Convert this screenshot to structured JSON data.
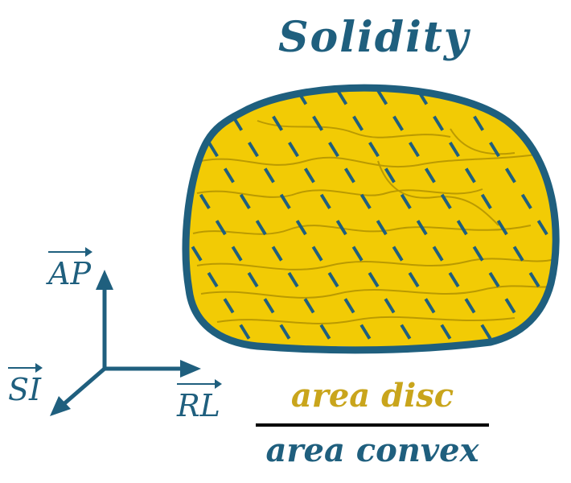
{
  "title": "Solidity",
  "axes": {
    "ap": "AP",
    "si": "SI",
    "rl": "RL"
  },
  "formula": {
    "numerator": "area disc",
    "denominator": "area convex"
  },
  "colors": {
    "primary": "#1f5f7e",
    "disc_fill": "#f2cb05",
    "numerator_text": "#c9a51c"
  }
}
